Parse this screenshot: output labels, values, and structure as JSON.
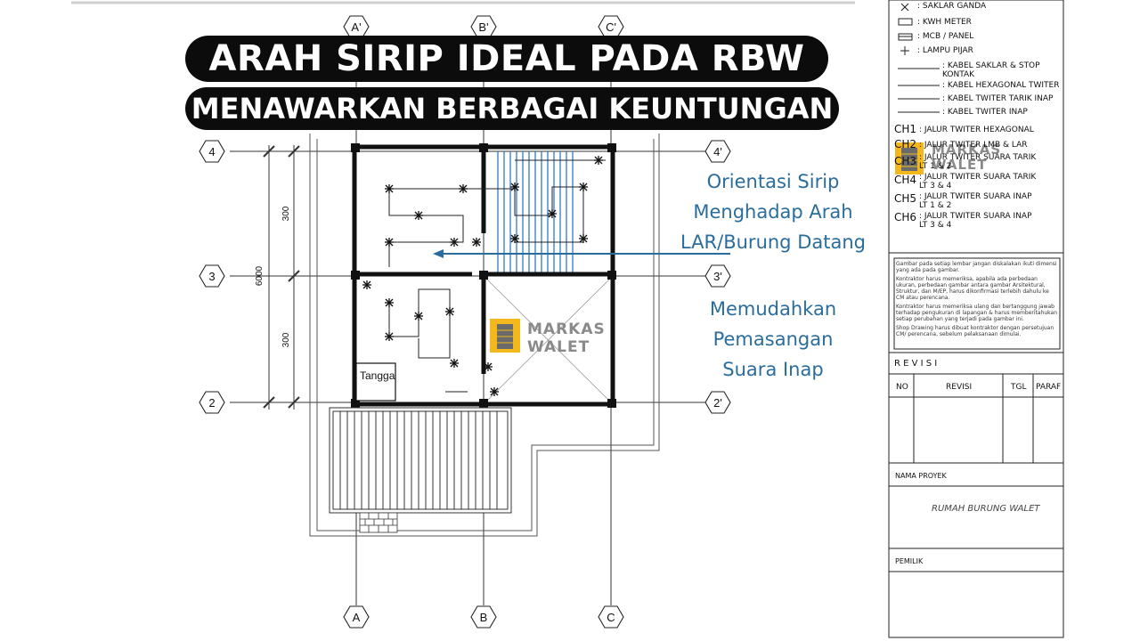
{
  "banner": {
    "line1": "ARAH SIRIP IDEAL PADA RBW",
    "line2": "MENAWARKAN BERBAGAI KEUNTUNGAN"
  },
  "annotations": {
    "orientasi": [
      "Orientasi Sirip",
      "Menghadap Arah",
      "LAR/Burung Datang"
    ],
    "memudahkan": [
      "Memudahkan",
      "Pemasangan",
      "Suara Inap"
    ]
  },
  "grid_labels": {
    "top": [
      "A'",
      "B'",
      "C'"
    ],
    "bottom": [
      "A",
      "B",
      "C"
    ],
    "left": [
      "4",
      "3",
      "2"
    ],
    "right": [
      "4'",
      "3'",
      "2'"
    ]
  },
  "dimensions": {
    "total": "6000",
    "upper": "300",
    "lower": "300"
  },
  "rooms": {
    "stair": "Tangga"
  },
  "watermark": {
    "line1": "MARKAS",
    "line2": "WALET"
  },
  "legend": {
    "items": [
      "SAKLAR GANDA",
      "KWH METER",
      "MCB / PANEL",
      "LAMPU PIJAR",
      "KABEL SAKLAR & STOP KONTAK",
      "KABEL HEXAGONAL TWITER",
      "KABEL TWITER TARIK INAP",
      "KABEL TWITER INAP"
    ],
    "channels": [
      {
        "code": "CH1",
        "desc": "JALUR TWITER HEXAGONAL"
      },
      {
        "code": "CH2",
        "desc": "JALUR TWITER LMB & LAR"
      },
      {
        "code": "CH3",
        "desc": "JALUR TWITER SUARA TARIK LT 1 & 2"
      },
      {
        "code": "CH4",
        "desc": "JALUR TWITER SUARA TARIK LT 3 & 4"
      },
      {
        "code": "CH5",
        "desc": "JALUR TWITER SUARA INAP LT 1 & 2"
      },
      {
        "code": "CH6",
        "desc": "JALUR TWITER SUARA INAP LT 3 & 4"
      }
    ]
  },
  "notes": [
    "Gambar pada setiap lembar jangan diskalakan ikuti dimensi yang ada pada gambar.",
    "Kontraktor harus memeriksa, apabila ada perbedaan ukuran, perbedaan gambar antara gambar Arsitektural, Struktur, dan M/EP, harus dikonfirmasi terlebih dahulu ke CM atau perencana.",
    "Kontraktor harus memeriksa ulang dan bertanggung jawab terhadap pengukuran di lapangan & harus memberitahukan setiap perubahan yang terjadi pada gambar ini.",
    "Shop Drawing harus dibuat kontraktor dengan persetujuan CM/ perencana, sebelum pelaksanaan dimulai."
  ],
  "revisi": {
    "title": "R E V I S I",
    "columns": [
      "NO",
      "REVISI",
      "TGL",
      "PARAF"
    ]
  },
  "project": {
    "label": "NAMA PROYEK",
    "name": "RUMAH BURUNG WALET"
  },
  "owner": {
    "label": "PEMILIK"
  }
}
